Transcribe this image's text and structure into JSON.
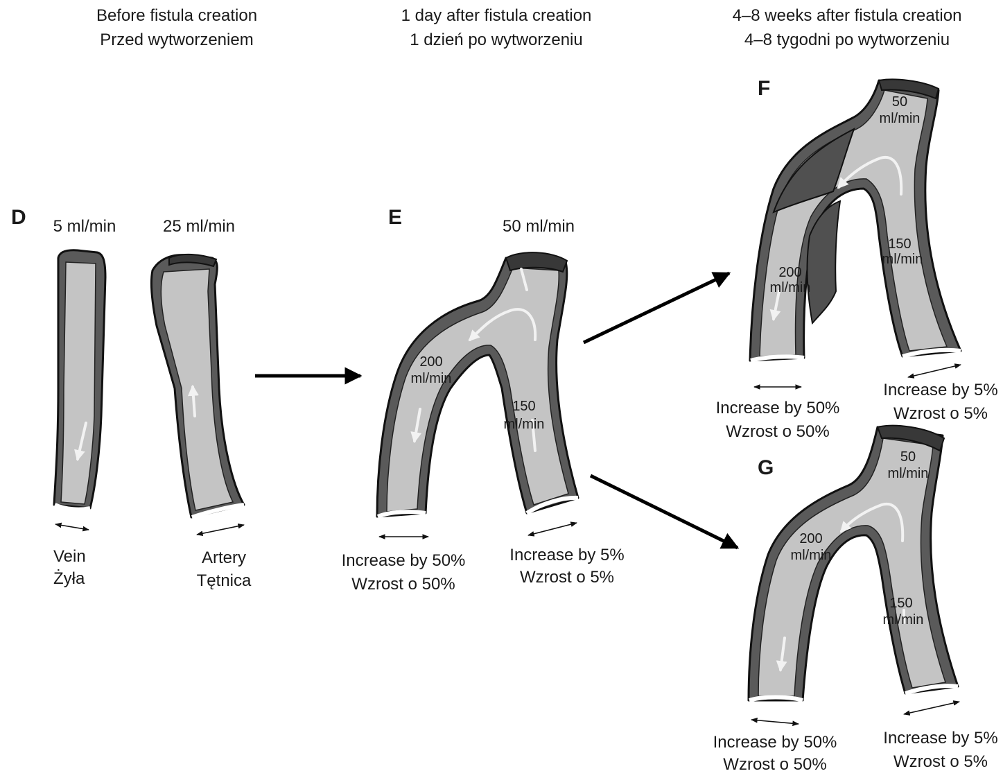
{
  "headers": {
    "before": {
      "line1": "Before fistula creation",
      "line2": "Przed wytworzeniem"
    },
    "day1": {
      "line1": "1 day after fistula creation",
      "line2": "1 dzień po wytworzeniu"
    },
    "weeks": {
      "line1": "4–8 weeks after fistula creation",
      "line2": "4–8 tygodni po wytworzeniu"
    }
  },
  "panels": {
    "D": {
      "letter": "D",
      "vein_flow": "5 ml/min",
      "artery_flow": "25 ml/min",
      "vein_label": {
        "line1": "Vein",
        "line2": "Żyła"
      },
      "artery_label": {
        "line1": "Artery",
        "line2": "Tętnica"
      }
    },
    "E": {
      "letter": "E",
      "top_flow": "50 ml/min",
      "vein_flow": {
        "line1": "200",
        "line2": "ml/min"
      },
      "artery_flow": {
        "line1": "150",
        "line2": "ml/min"
      },
      "vein_change": {
        "line1": "Increase by 50%",
        "line2": "Wzrost o 50%"
      },
      "artery_change": {
        "line1": "Increase by 5%",
        "line2": "Wzrost o 5%"
      }
    },
    "F": {
      "letter": "F",
      "top_flow": {
        "line1": "50",
        "line2": "ml/min"
      },
      "vein_flow": {
        "line1": "200",
        "line2": "ml/min"
      },
      "artery_flow": {
        "line1": "150",
        "line2": "ml/min"
      },
      "vein_change": {
        "line1": "Increase by 50%",
        "line2": "Wzrost o 50%"
      },
      "artery_change": {
        "line1": "Increase by 5%",
        "line2": "Wzrost o 5%"
      }
    },
    "G": {
      "letter": "G",
      "top_flow": {
        "line1": "50",
        "line2": "ml/min"
      },
      "vein_flow": {
        "line1": "200",
        "line2": "ml/min"
      },
      "artery_flow": {
        "line1": "150",
        "line2": "ml/min"
      },
      "vein_change": {
        "line1": "Increase by 50%",
        "line2": "Wzrost o 50%"
      },
      "artery_change": {
        "line1": "Increase by 5%",
        "line2": "Wzrost o 5%"
      }
    }
  }
}
